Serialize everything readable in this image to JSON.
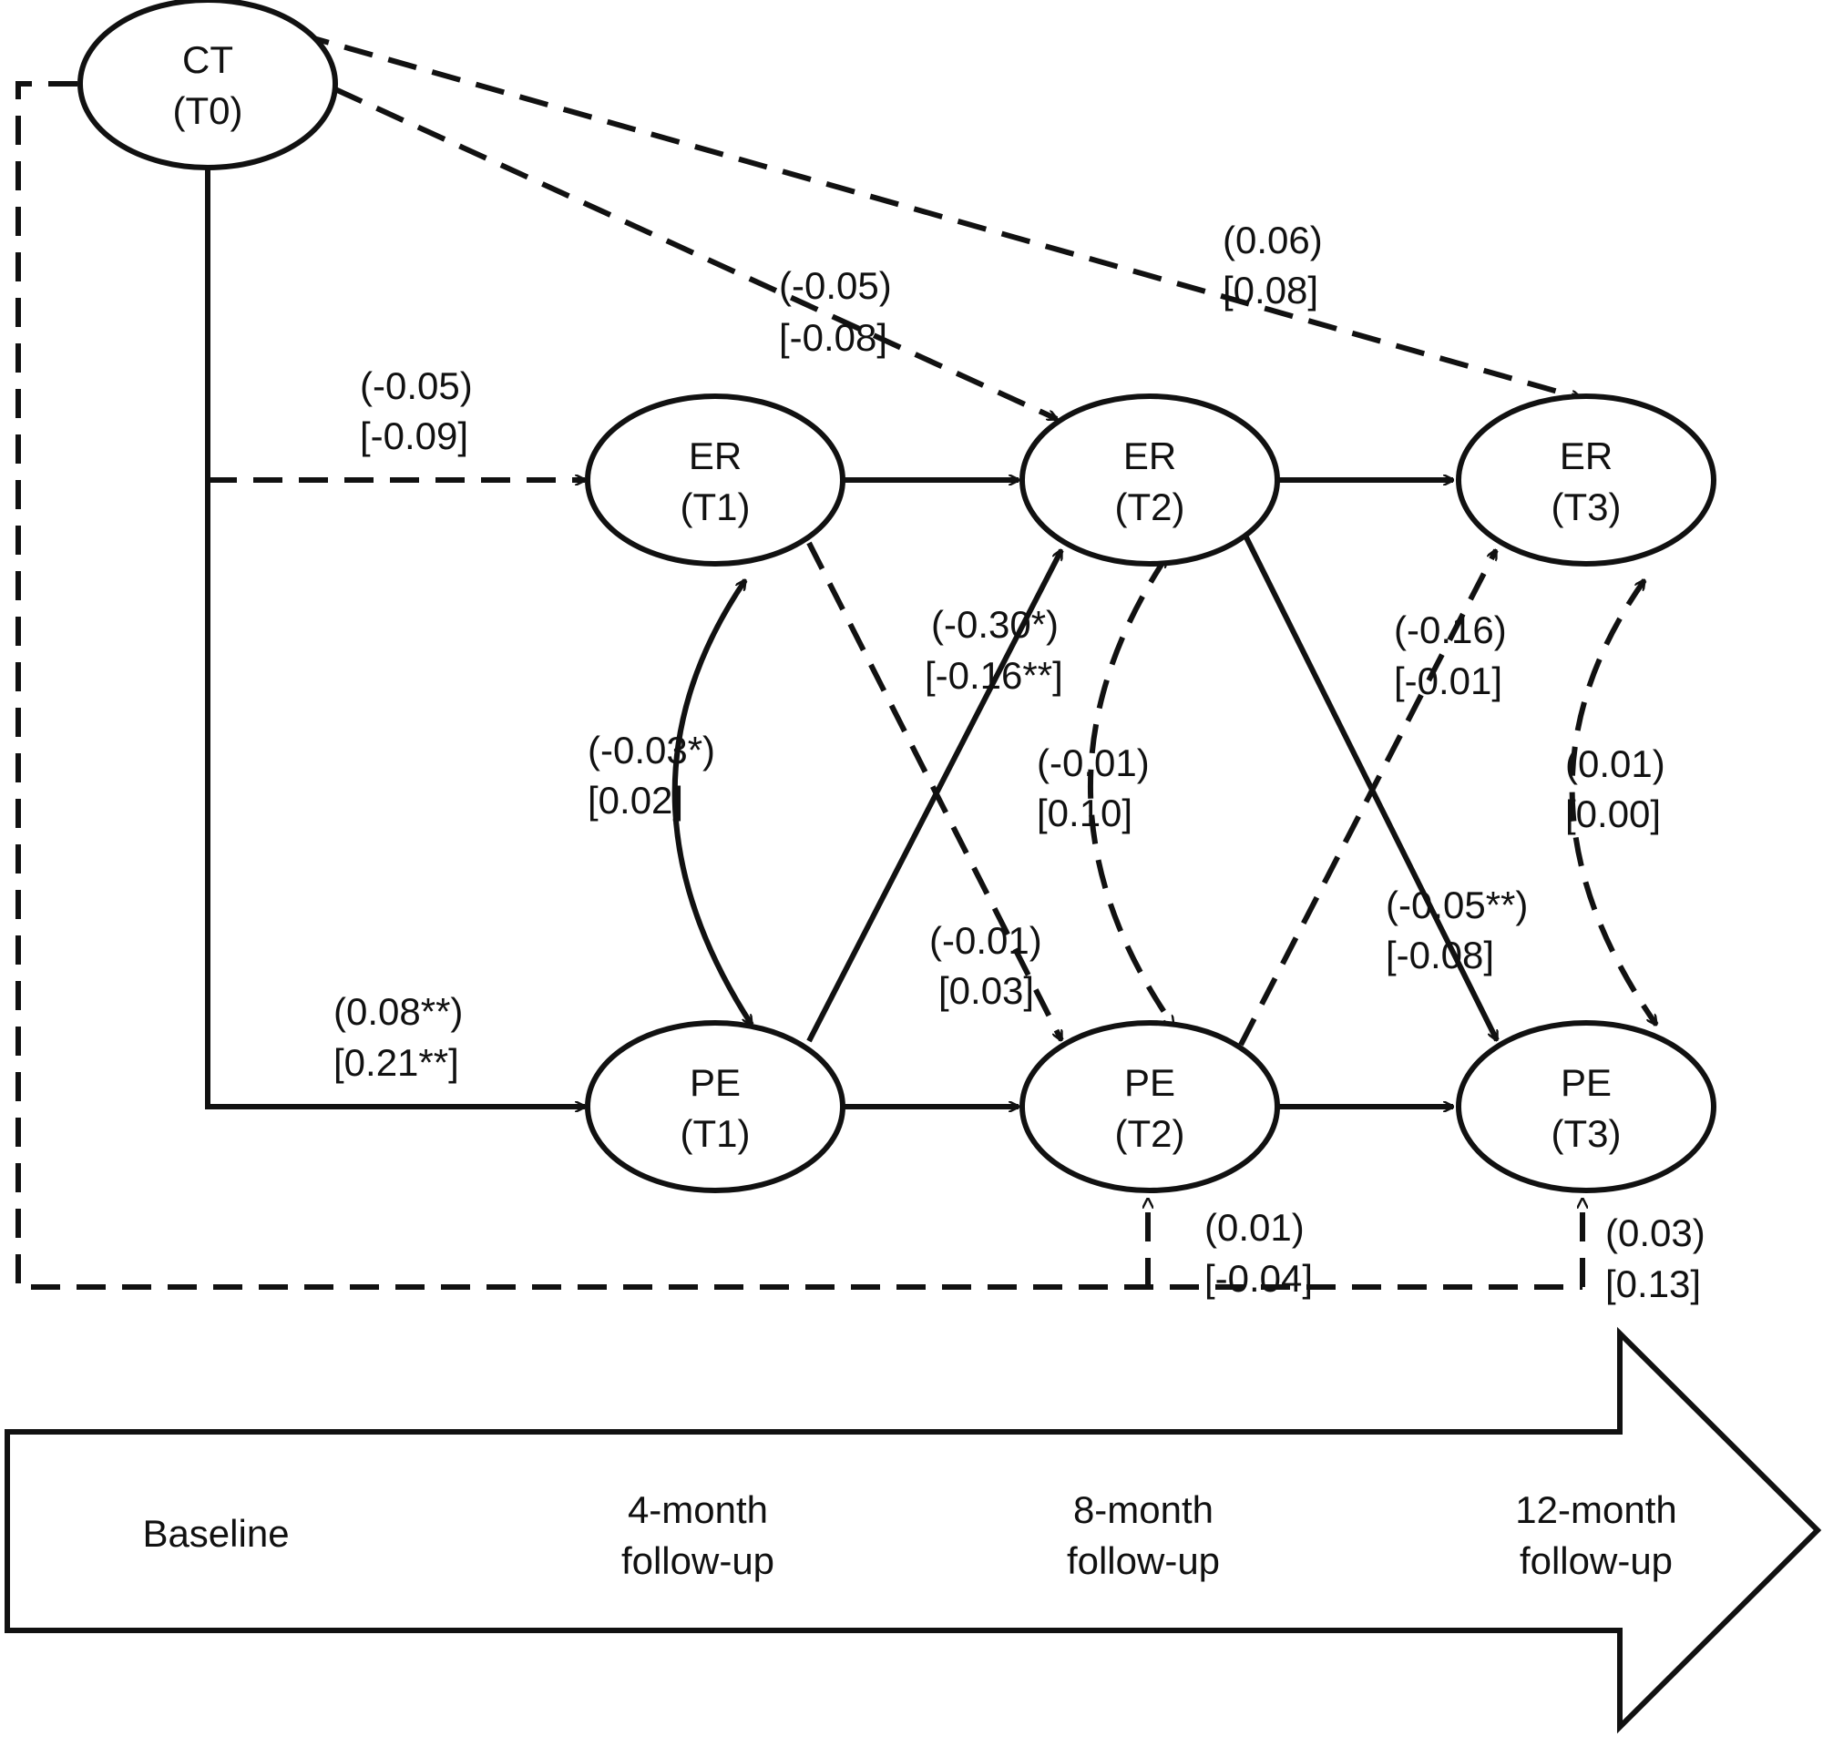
{
  "nodes": {
    "ct_t0": {
      "name": "CT",
      "time": "(T0)"
    },
    "er_t1": {
      "name": "ER",
      "time": "(T1)"
    },
    "er_t2": {
      "name": "ER",
      "time": "(T2)"
    },
    "er_t3": {
      "name": "ER",
      "time": "(T3)"
    },
    "pe_t1": {
      "name": "PE",
      "time": "(T1)"
    },
    "pe_t2": {
      "name": "PE",
      "time": "(T2)"
    },
    "pe_t3": {
      "name": "PE",
      "time": "(T3)"
    }
  },
  "paths": {
    "ct_er1": {
      "a": "(-0.05)",
      "b": "[-0.09]"
    },
    "ct_pe1": {
      "a": "(0.08**)",
      "b": "[0.21**]"
    },
    "ct_er2": {
      "a": "(-0.05)",
      "b": "[-0.08]"
    },
    "ct_er3": {
      "a": "(0.06)",
      "b": "[0.08]"
    },
    "er1_pe1": {
      "a": "(-0.03*)",
      "b": "[0.02]"
    },
    "pe1_er2": {
      "a": "(-0.30*)",
      "b": "[-0.16**]"
    },
    "er2_pe2": {
      "a": "(-0.01)",
      "b": "[0.10]"
    },
    "er1_pe2": {
      "a": "(-0.01)",
      "b": "[0.03]"
    },
    "pe2_er3": {
      "a": "(-0.16)",
      "b": "[-0.01]"
    },
    "er3_pe3": {
      "a": "(0.01)",
      "b": "[0.00]"
    },
    "er2_pe3": {
      "a": "(-0.05**)",
      "b": "[-0.08]"
    },
    "ct_pe2": {
      "a": "(0.01)",
      "b": "[-0.04]"
    },
    "ct_pe3": {
      "a": "(0.03)",
      "b": "[0.13]"
    }
  },
  "timeline": {
    "baseline": {
      "line1": "Baseline"
    },
    "m4": {
      "line1": "4-month",
      "line2": "follow-up"
    },
    "m8": {
      "line1": "8-month",
      "line2": "follow-up"
    },
    "m12": {
      "line1": "12-month",
      "line2": "follow-up"
    }
  }
}
